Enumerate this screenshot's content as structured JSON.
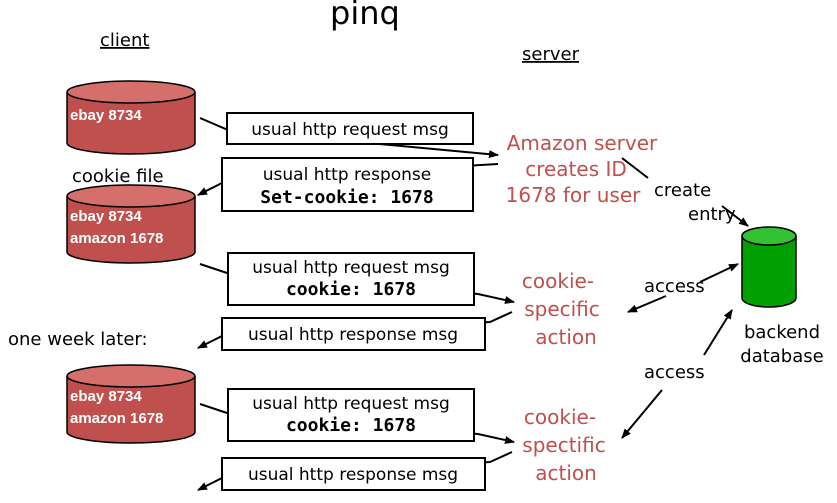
{
  "title_fragment": "pinq",
  "client_label": "client",
  "server_label": "server",
  "cookie_file_label": "cookie file",
  "one_week_later_label": "one week later:",
  "cookie_files": [
    {
      "lines": [
        "ebay 8734"
      ]
    },
    {
      "lines": [
        "ebay 8734",
        "amazon 1678"
      ]
    },
    {
      "lines": [
        "ebay 8734",
        "amazon 1678"
      ]
    }
  ],
  "messages": {
    "request_1": "usual http request msg",
    "response_1_line1": "usual http response",
    "response_1_line2": "Set-cookie: 1678",
    "request_2_line1": "usual http request msg",
    "request_2_line2": "cookie: 1678",
    "response_2": "usual http response msg",
    "request_3_line1": "usual http request msg",
    "request_3_line2": "cookie: 1678",
    "response_3": "usual http response msg"
  },
  "server_actions": {
    "amazon_line1": "Amazon server",
    "amazon_line2": "creates ID",
    "amazon_line3": "1678 for user",
    "cookie_action_1": [
      "cookie-",
      "specific",
      "action"
    ],
    "cookie_action_2": [
      "cookie-",
      "spectific",
      "action"
    ]
  },
  "db_labels": {
    "create": "create",
    "entry": "entry",
    "access_1": "access",
    "access_2": "access",
    "backend": "backend",
    "database": "database"
  },
  "colors": {
    "cookie_cylinder": "#c0504d",
    "database_cylinder": "#00a000",
    "server_text": "#c0504d"
  }
}
